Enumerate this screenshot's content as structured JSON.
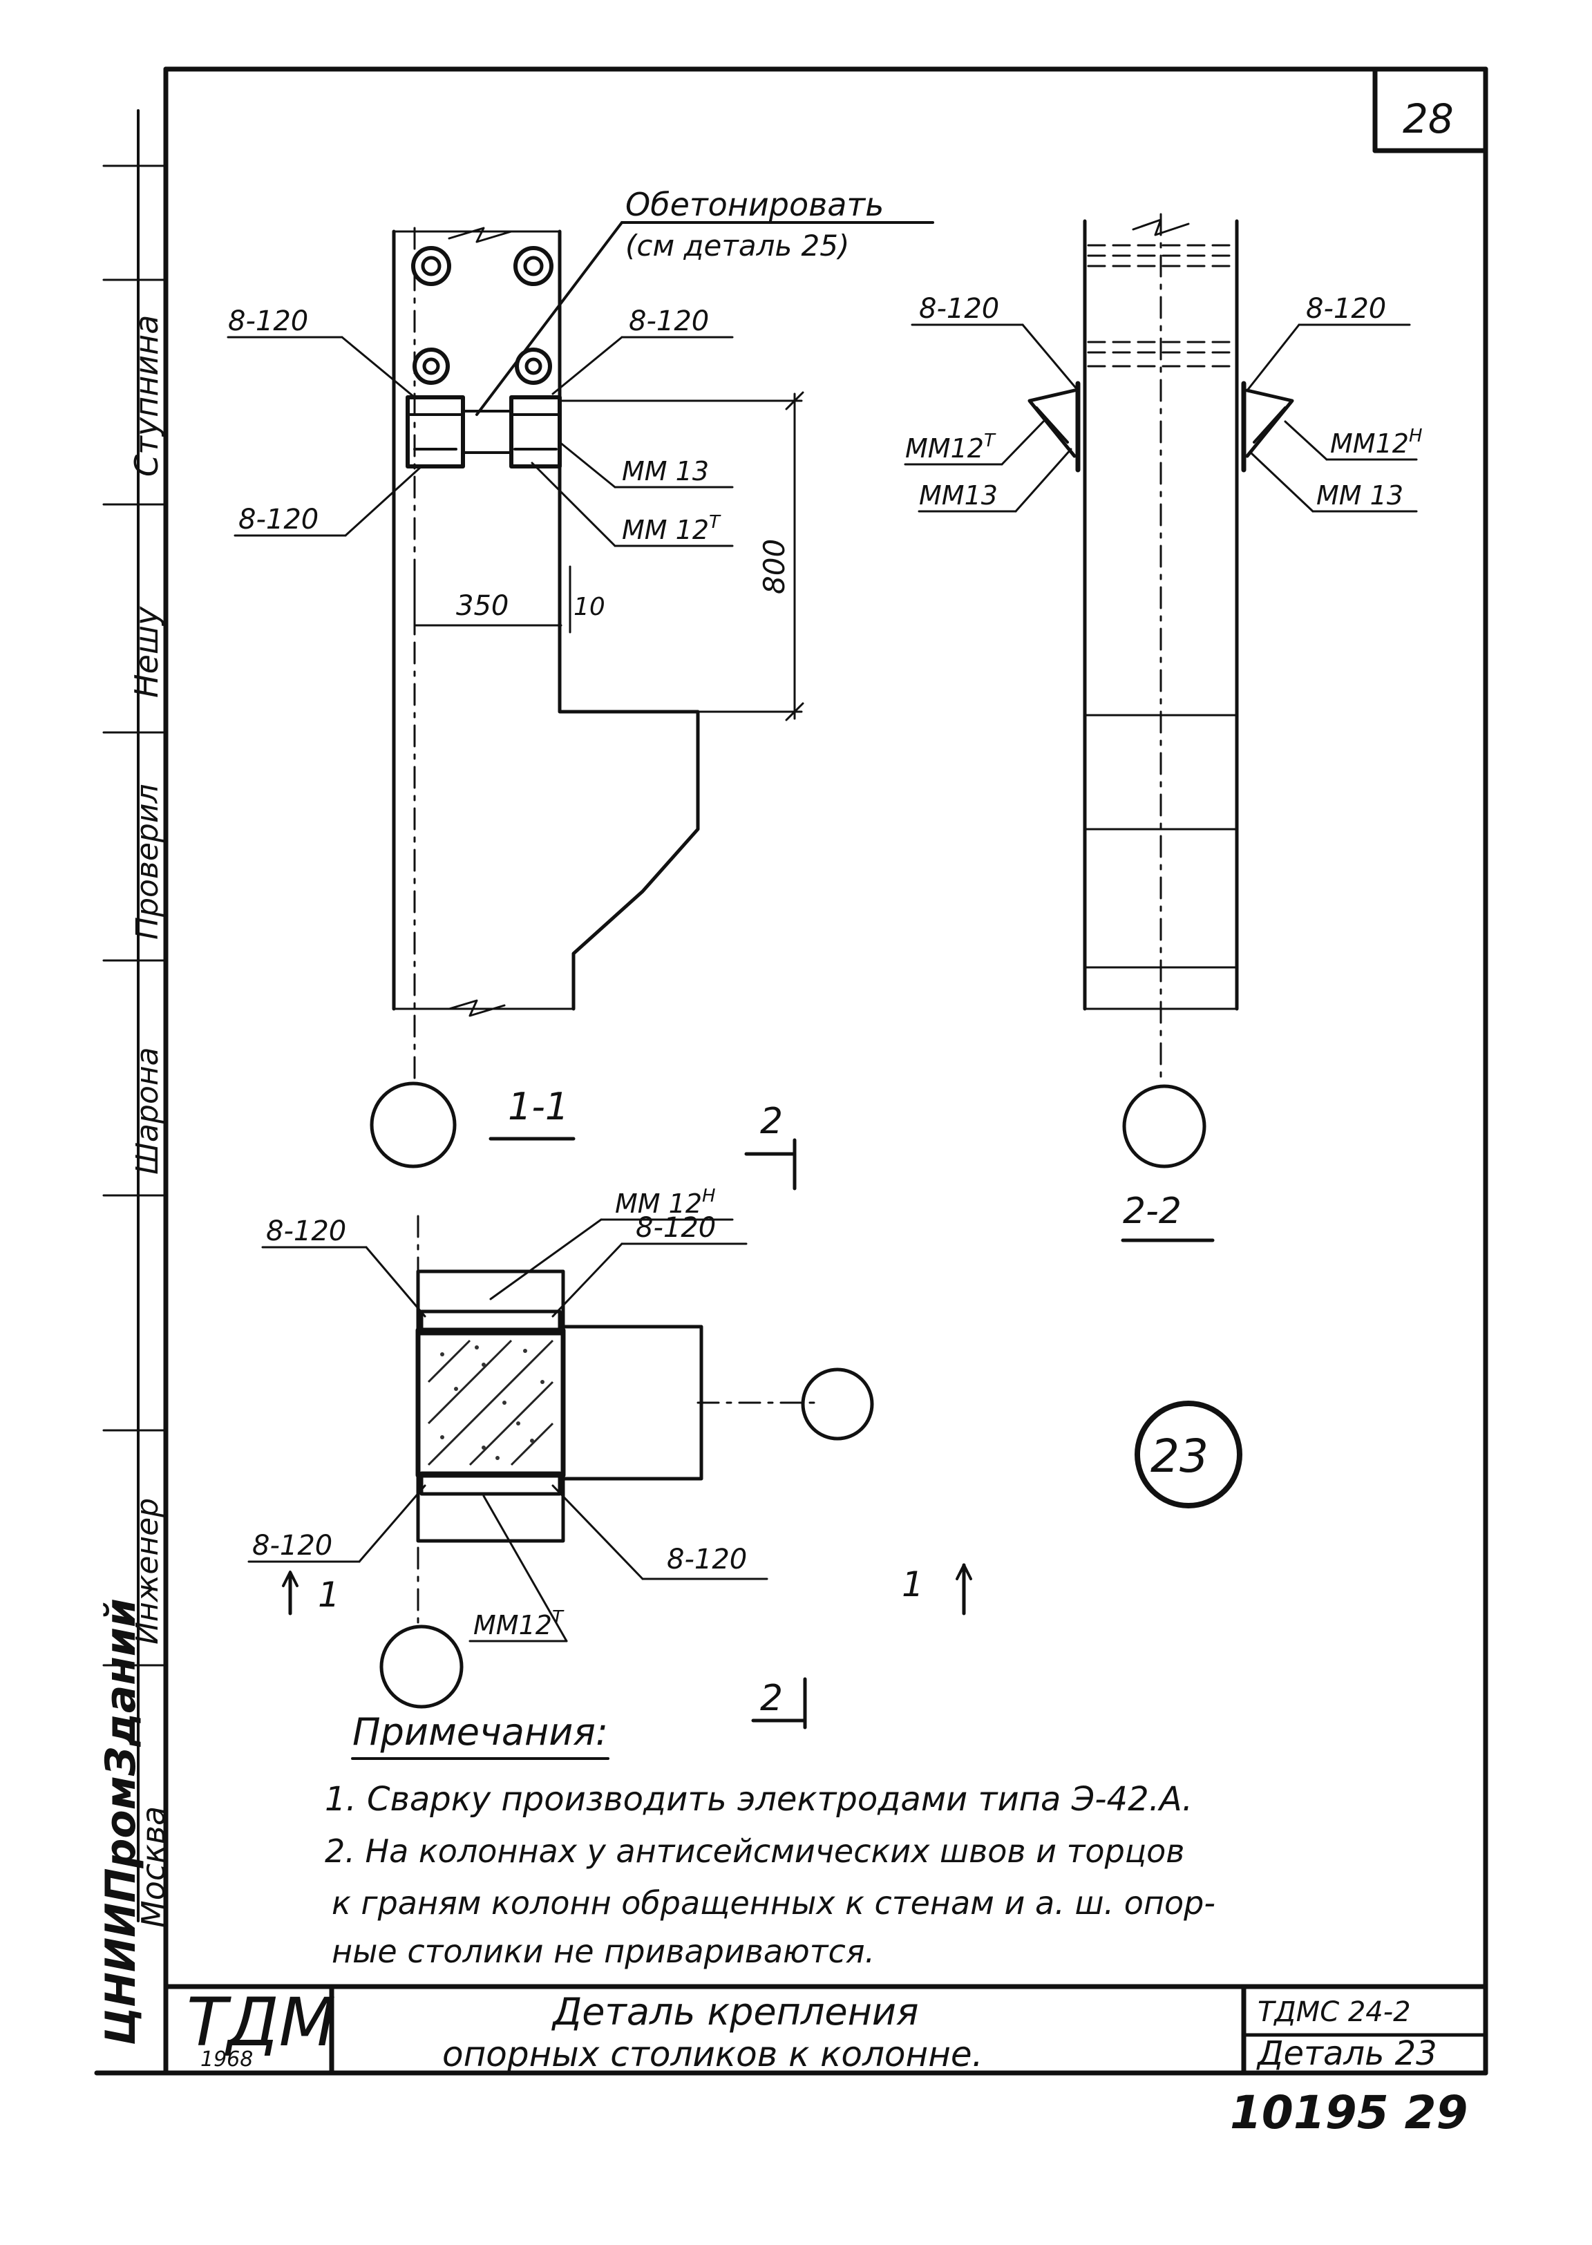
{
  "sheet": {
    "page_number": "28",
    "doc_code": "ТДМС 24-2",
    "detail_label": "Деталь 23",
    "detail_number": "23",
    "archive_number": "10195 29",
    "title_line1": "Деталь крепления",
    "title_line2": "опорных столиков к колонне.",
    "org_logo": "ТДМ",
    "year": "1968",
    "vertical_org": "ЦНИИПромЗданий",
    "vertical_city": "Москва"
  },
  "left_margin_labels": [
    "Ступнина",
    "Нешу",
    "Проверил",
    "Шарона",
    "Инженер"
  ],
  "view_1_1": {
    "section_label": "1-1",
    "callout_text_1": "Обетонировать",
    "callout_text_2": "(см деталь 25)",
    "weld_top_left": "8-120",
    "weld_top_right": "8-120",
    "weld_bottom_left": "8-120",
    "mm13": "ММ 13",
    "mm12t": "ММ 12",
    "mm12t_sup": "Т",
    "dim_width": "350",
    "dim_gap": "10",
    "dim_height": "800"
  },
  "view_2_2": {
    "section_label": "2-2",
    "weld_left": "8-120",
    "weld_right": "8-120",
    "mm12t_left": "ММ12",
    "mm12t_left_sup": "Т",
    "mm13_left": "ММ13",
    "mm12n_right": "ММ12",
    "mm12n_right_sup": "Н",
    "mm13_right": "ММ 13"
  },
  "plan_view": {
    "mm12n": "ММ 12",
    "mm12n_sup": "Н",
    "weld_tl": "8-120",
    "weld_tr": "8-120",
    "weld_bl": "8-120",
    "weld_br": "8-120",
    "mm12t": "ММ12",
    "mm12t_sup": "Т",
    "cut_2_top": "2",
    "cut_2_bottom": "2",
    "cut_1_left": "1",
    "cut_1_right": "1"
  },
  "notes": {
    "heading": "Примечания:",
    "line1": "1. Сварку производить электродами типа Э-42.А.",
    "line2": "2. На колоннах у антисейсмических швов и торцов",
    "line3": "к граням колонн обращенных к стенам и а. ш. опор-",
    "line4": "ные столики не привариваются."
  }
}
